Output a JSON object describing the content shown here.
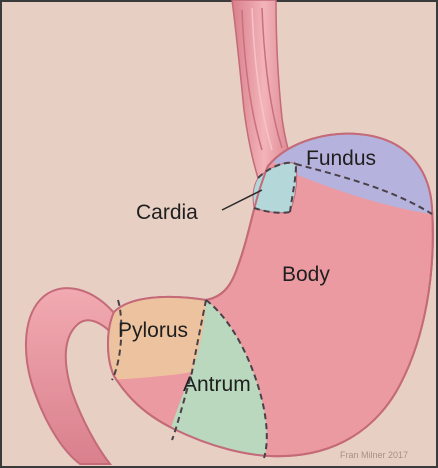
{
  "labels": {
    "fundus": "Fundus",
    "cardia": "Cardia",
    "body": "Body",
    "pylorus": "Pylorus",
    "antrum": "Antrum"
  },
  "credit": "Fran Milner 2017",
  "colors": {
    "background": "#e7cfc4",
    "border": "#3a3a3a",
    "stomach_body": "#ec9aa1",
    "esophagus": "#ec9aa1",
    "fundus": "#b5b3dd",
    "cardia": "#b4d7da",
    "pylorus": "#edc39f",
    "antrum": "#b9d8bd",
    "duodenum": "#e995a0",
    "outline": "#c46a78",
    "dash": "#4a4048"
  }
}
